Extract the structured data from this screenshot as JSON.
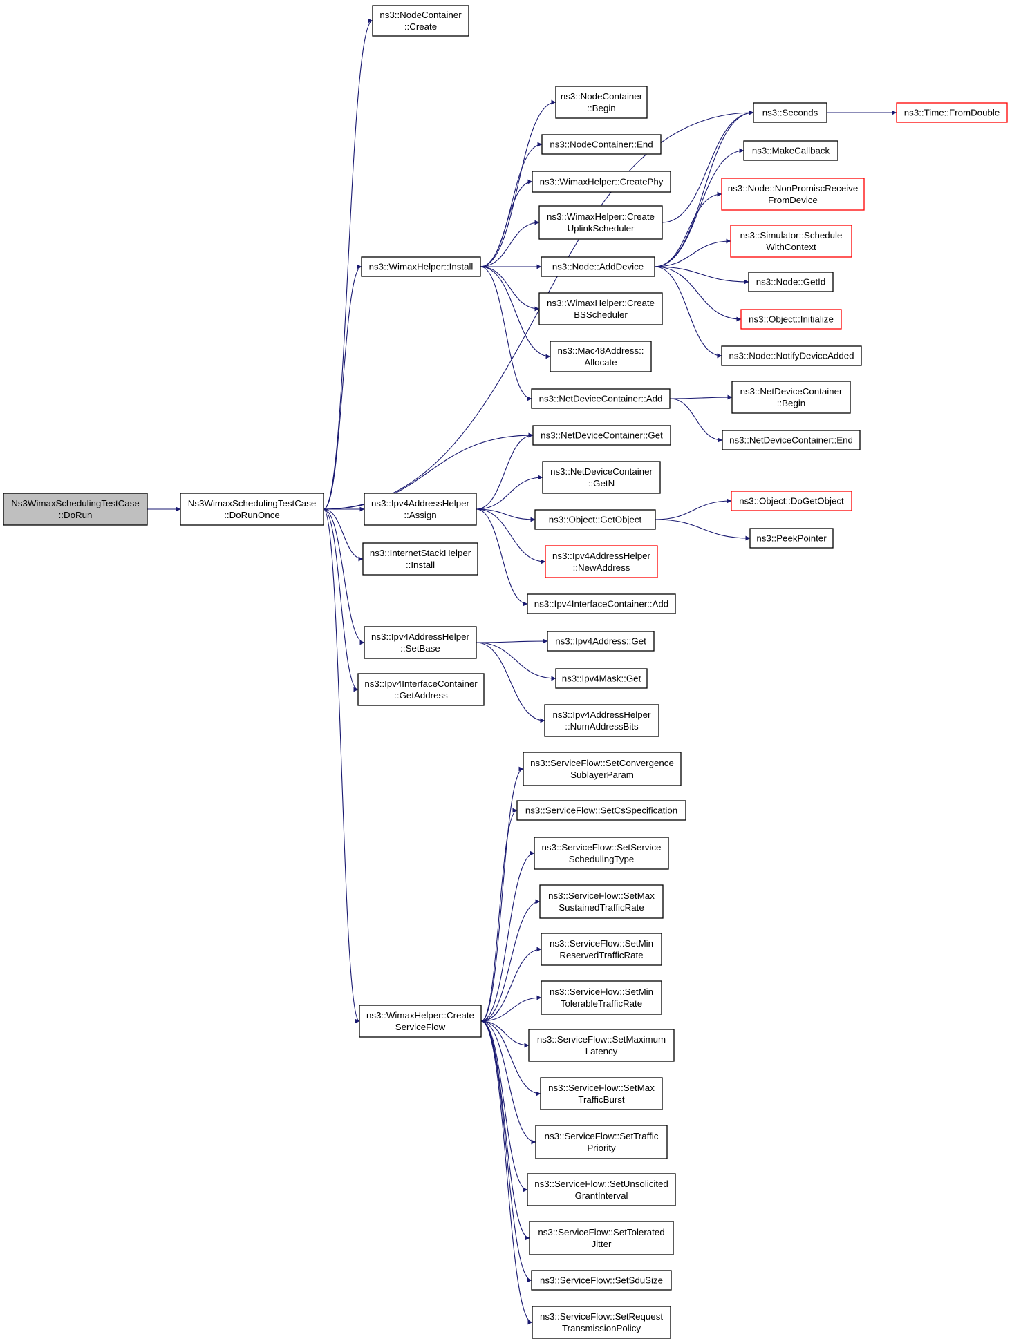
{
  "colors": {
    "edge": "#191970",
    "node_border": "#000000",
    "truncated_border": "#ff0000",
    "root_fill": "#bfbfbf",
    "node_fill": "#ffffff"
  },
  "nodes": [
    {
      "id": "dorun",
      "lines": [
        "Ns3WimaxSchedulingTestCase",
        "::DoRun"
      ],
      "style": "root"
    },
    {
      "id": "dorunonce",
      "lines": [
        "Ns3WimaxSchedulingTestCase",
        "::DoRunOnce"
      ],
      "style": "normal"
    },
    {
      "id": "nc_create",
      "lines": [
        "ns3::NodeContainer",
        "::Create"
      ],
      "style": "normal"
    },
    {
      "id": "seconds",
      "lines": [
        "ns3::Seconds"
      ],
      "style": "normal"
    },
    {
      "id": "fromdouble",
      "lines": [
        "ns3::Time::FromDouble"
      ],
      "style": "truncated"
    },
    {
      "id": "nc_begin",
      "lines": [
        "ns3::NodeContainer",
        "::Begin"
      ],
      "style": "normal"
    },
    {
      "id": "nc_end",
      "lines": [
        "ns3::NodeContainer::End"
      ],
      "style": "normal"
    },
    {
      "id": "createphy",
      "lines": [
        "ns3::WimaxHelper::CreatePhy"
      ],
      "style": "normal"
    },
    {
      "id": "uplink",
      "lines": [
        "ns3::WimaxHelper::Create",
        "UplinkScheduler"
      ],
      "style": "normal"
    },
    {
      "id": "install",
      "lines": [
        "ns3::WimaxHelper::Install"
      ],
      "style": "normal"
    },
    {
      "id": "adddevice",
      "lines": [
        "ns3::Node::AddDevice"
      ],
      "style": "normal"
    },
    {
      "id": "bssched",
      "lines": [
        "ns3::WimaxHelper::Create",
        "BSScheduler"
      ],
      "style": "normal"
    },
    {
      "id": "mac48",
      "lines": [
        "ns3::Mac48Address::",
        "Allocate"
      ],
      "style": "normal"
    },
    {
      "id": "ndc_add",
      "lines": [
        "ns3::NetDeviceContainer::Add"
      ],
      "style": "normal"
    },
    {
      "id": "makecallback",
      "lines": [
        "ns3::MakeCallback"
      ],
      "style": "normal"
    },
    {
      "id": "nonpromisc",
      "lines": [
        "ns3::Node::NonPromiscReceive",
        "FromDevice"
      ],
      "style": "truncated"
    },
    {
      "id": "schedctx",
      "lines": [
        "ns3::Simulator::Schedule",
        "WithContext"
      ],
      "style": "truncated"
    },
    {
      "id": "getid",
      "lines": [
        "ns3::Node::GetId"
      ],
      "style": "normal"
    },
    {
      "id": "initialize",
      "lines": [
        "ns3::Object::Initialize"
      ],
      "style": "truncated"
    },
    {
      "id": "notify",
      "lines": [
        "ns3::Node::NotifyDeviceAdded"
      ],
      "style": "normal"
    },
    {
      "id": "ndc_begin",
      "lines": [
        "ns3::NetDeviceContainer",
        "::Begin"
      ],
      "style": "normal"
    },
    {
      "id": "ndc_end",
      "lines": [
        "ns3::NetDeviceContainer::End"
      ],
      "style": "normal"
    },
    {
      "id": "ndc_get",
      "lines": [
        "ns3::NetDeviceContainer::Get"
      ],
      "style": "normal"
    },
    {
      "id": "assign",
      "lines": [
        "ns3::Ipv4AddressHelper",
        "::Assign"
      ],
      "style": "normal"
    },
    {
      "id": "ndc_getn",
      "lines": [
        "ns3::NetDeviceContainer",
        "::GetN"
      ],
      "style": "normal"
    },
    {
      "id": "getobject",
      "lines": [
        "ns3::Object::GetObject"
      ],
      "style": "normal"
    },
    {
      "id": "dogetobject",
      "lines": [
        "ns3::Object::DoGetObject"
      ],
      "style": "truncated"
    },
    {
      "id": "peekpointer",
      "lines": [
        "ns3::PeekPointer"
      ],
      "style": "normal"
    },
    {
      "id": "newaddress",
      "lines": [
        "ns3::Ipv4AddressHelper",
        "::NewAddress"
      ],
      "style": "truncated"
    },
    {
      "id": "iic_add",
      "lines": [
        "ns3::Ipv4InterfaceContainer::Add"
      ],
      "style": "normal"
    },
    {
      "id": "ish_install",
      "lines": [
        "ns3::InternetStackHelper",
        "::Install"
      ],
      "style": "normal"
    },
    {
      "id": "setbase",
      "lines": [
        "ns3::Ipv4AddressHelper",
        "::SetBase"
      ],
      "style": "normal"
    },
    {
      "id": "ipv4addr_get",
      "lines": [
        "ns3::Ipv4Address::Get"
      ],
      "style": "normal"
    },
    {
      "id": "ipv4mask_get",
      "lines": [
        "ns3::Ipv4Mask::Get"
      ],
      "style": "normal"
    },
    {
      "id": "numbits",
      "lines": [
        "ns3::Ipv4AddressHelper",
        "::NumAddressBits"
      ],
      "style": "normal"
    },
    {
      "id": "getaddress",
      "lines": [
        "ns3::Ipv4InterfaceContainer",
        "::GetAddress"
      ],
      "style": "normal"
    },
    {
      "id": "csf",
      "lines": [
        "ns3::WimaxHelper::Create",
        "ServiceFlow"
      ],
      "style": "normal"
    },
    {
      "id": "sf1",
      "lines": [
        "ns3::ServiceFlow::SetConvergence",
        "SublayerParam"
      ],
      "style": "normal"
    },
    {
      "id": "sf2",
      "lines": [
        "ns3::ServiceFlow::SetCsSpecification"
      ],
      "style": "normal"
    },
    {
      "id": "sf3",
      "lines": [
        "ns3::ServiceFlow::SetService",
        "SchedulingType"
      ],
      "style": "normal"
    },
    {
      "id": "sf4",
      "lines": [
        "ns3::ServiceFlow::SetMax",
        "SustainedTrafficRate"
      ],
      "style": "normal"
    },
    {
      "id": "sf5",
      "lines": [
        "ns3::ServiceFlow::SetMin",
        "ReservedTrafficRate"
      ],
      "style": "normal"
    },
    {
      "id": "sf6",
      "lines": [
        "ns3::ServiceFlow::SetMin",
        "TolerableTrafficRate"
      ],
      "style": "normal"
    },
    {
      "id": "sf7",
      "lines": [
        "ns3::ServiceFlow::SetMaximum",
        "Latency"
      ],
      "style": "normal"
    },
    {
      "id": "sf8",
      "lines": [
        "ns3::ServiceFlow::SetMax",
        "TrafficBurst"
      ],
      "style": "normal"
    },
    {
      "id": "sf9",
      "lines": [
        "ns3::ServiceFlow::SetTraffic",
        "Priority"
      ],
      "style": "normal"
    },
    {
      "id": "sf10",
      "lines": [
        "ns3::ServiceFlow::SetUnsolicited",
        "GrantInterval"
      ],
      "style": "normal"
    },
    {
      "id": "sf11",
      "lines": [
        "ns3::ServiceFlow::SetTolerated",
        "Jitter"
      ],
      "style": "normal"
    },
    {
      "id": "sf12",
      "lines": [
        "ns3::ServiceFlow::SetSduSize"
      ],
      "style": "normal"
    },
    {
      "id": "sf13",
      "lines": [
        "ns3::ServiceFlow::SetRequest",
        "TransmissionPolicy"
      ],
      "style": "normal"
    }
  ],
  "edges": [
    [
      "dorun",
      "dorunonce"
    ],
    [
      "dorunonce",
      "nc_create"
    ],
    [
      "dorunonce",
      "seconds"
    ],
    [
      "dorunonce",
      "install"
    ],
    [
      "dorunonce",
      "ndc_get"
    ],
    [
      "dorunonce",
      "assign"
    ],
    [
      "dorunonce",
      "ish_install"
    ],
    [
      "dorunonce",
      "setbase"
    ],
    [
      "dorunonce",
      "getaddress"
    ],
    [
      "dorunonce",
      "csf"
    ],
    [
      "seconds",
      "fromdouble"
    ],
    [
      "install",
      "nc_begin"
    ],
    [
      "install",
      "nc_end"
    ],
    [
      "install",
      "createphy"
    ],
    [
      "install",
      "uplink"
    ],
    [
      "install",
      "adddevice"
    ],
    [
      "install",
      "bssched"
    ],
    [
      "install",
      "mac48"
    ],
    [
      "install",
      "ndc_add"
    ],
    [
      "uplink",
      "seconds"
    ],
    [
      "adddevice",
      "seconds"
    ],
    [
      "adddevice",
      "makecallback"
    ],
    [
      "adddevice",
      "nonpromisc"
    ],
    [
      "adddevice",
      "schedctx"
    ],
    [
      "adddevice",
      "getid"
    ],
    [
      "adddevice",
      "initialize"
    ],
    [
      "adddevice",
      "notify"
    ],
    [
      "ndc_add",
      "ndc_begin"
    ],
    [
      "ndc_add",
      "ndc_end"
    ],
    [
      "assign",
      "ndc_get"
    ],
    [
      "assign",
      "ndc_getn"
    ],
    [
      "assign",
      "getobject"
    ],
    [
      "assign",
      "newaddress"
    ],
    [
      "assign",
      "iic_add"
    ],
    [
      "getobject",
      "dogetobject"
    ],
    [
      "getobject",
      "peekpointer"
    ],
    [
      "setbase",
      "ipv4addr_get"
    ],
    [
      "setbase",
      "ipv4mask_get"
    ],
    [
      "setbase",
      "numbits"
    ],
    [
      "csf",
      "sf1"
    ],
    [
      "csf",
      "sf2"
    ],
    [
      "csf",
      "sf3"
    ],
    [
      "csf",
      "sf4"
    ],
    [
      "csf",
      "sf5"
    ],
    [
      "csf",
      "sf6"
    ],
    [
      "csf",
      "sf7"
    ],
    [
      "csf",
      "sf8"
    ],
    [
      "csf",
      "sf9"
    ],
    [
      "csf",
      "sf10"
    ],
    [
      "csf",
      "sf11"
    ],
    [
      "csf",
      "sf12"
    ],
    [
      "csf",
      "sf13"
    ]
  ]
}
